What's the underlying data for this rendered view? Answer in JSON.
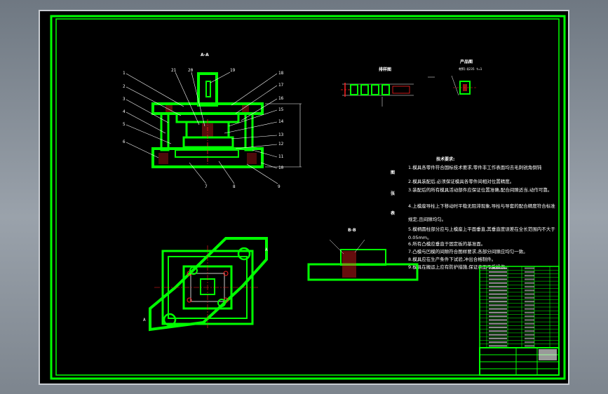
{
  "drawing": {
    "colors": {
      "frame": "#00ff00",
      "background": "#000000",
      "leader": "#ffffff",
      "hatch": "#ff2020",
      "dim": "#00ffff"
    },
    "views": {
      "section_aa_label": "A-A",
      "section_bb_label": "B-B",
      "strip_layout_label": "排样图",
      "product_label": "产品图",
      "product_sub": "材料:Q235 t=1",
      "section_marker_a": "A",
      "section_marker_a2": "A"
    },
    "part_numbers_left": [
      "1",
      "2",
      "3",
      "4",
      "5",
      "6"
    ],
    "part_numbers_top": [
      "21",
      "20",
      "19"
    ],
    "part_numbers_right": [
      "18",
      "17",
      "16",
      "15",
      "14",
      "13",
      "12",
      "11",
      "10"
    ],
    "part_numbers_bottom": [
      "7",
      "8",
      "9"
    ],
    "side_marks": [
      "图",
      "张",
      "表"
    ],
    "tech_title": "技术要求:",
    "tech_notes": [
      "1.模具各零件符合国标技术要求,零件非工作表面均去毛刺锐角倒钝",
      "2.模具装配后,必须保证模具各零件间相对位置精度。",
      "3.装配后的所有模具活动部件应保证位置准确,配合间隙适当,动作可靠。",
      "4.上模座导柱上下移动时平稳无阻滞现象,导柱与导套的配合精度符合标准",
      "   规定,且间隙均匀。",
      "5.模柄圆柱部分应与上模座上平面垂直,其垂直度误差在全长范围内不大于",
      "   0.05mm。",
      "6.所有凸模应垂直于固定板的基准面。",
      "7.凸模与凹模的间隙符合图样要求,各部分间隙应均匀一致。",
      "8.模具应在生产条件下试验,冲出合格制件。",
      "9.模具在搬运上应有防护措施,保证表面不受损伤。"
    ],
    "bom_rows": 22
  }
}
